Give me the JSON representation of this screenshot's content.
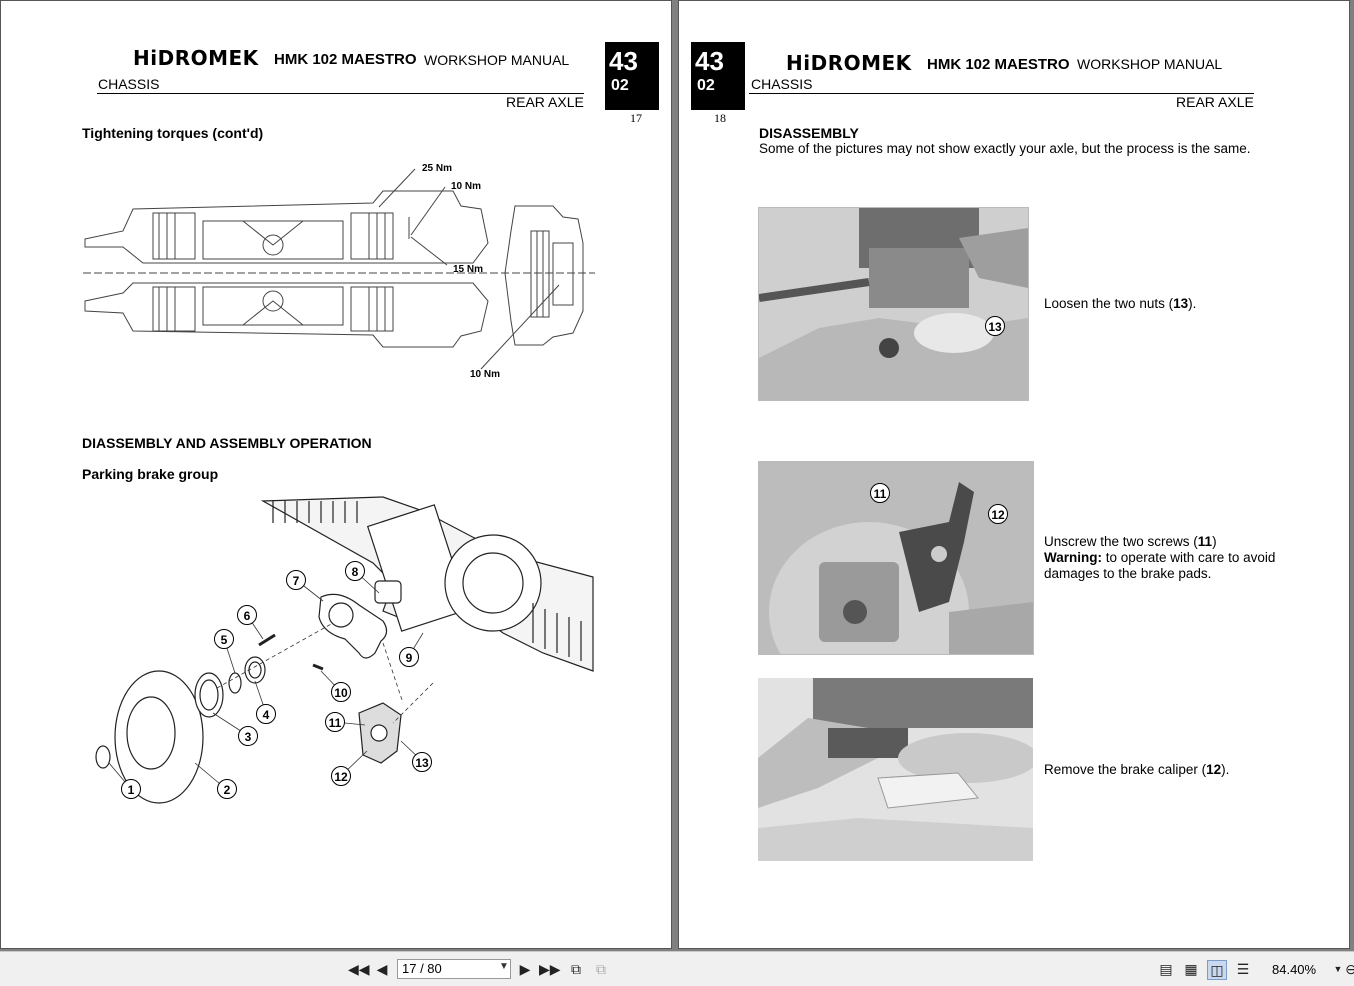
{
  "document": {
    "brand": "HiDROMEK",
    "model": "HMK 102 MAESTRO",
    "manual": "WORKSHOP MANUAL",
    "chapter": "43",
    "section": "02",
    "section_title": "CHASSIS",
    "subsection_title": "REAR AXLE"
  },
  "left_page": {
    "page_number": "17",
    "heading_torques": "Tightening torques (cont'd)",
    "torque_labels": [
      "25 Nm",
      "10 Nm",
      "15 Nm",
      "10 Nm"
    ],
    "heading_operation": "DIASSEMBLY AND ASSEMBLY OPERATION",
    "heading_group": "Parking brake group",
    "callouts": [
      "1",
      "2",
      "3",
      "4",
      "5",
      "6",
      "7",
      "8",
      "9",
      "10",
      "11",
      "12",
      "13"
    ]
  },
  "right_page": {
    "page_number": "18",
    "heading": "DISASSEMBLY",
    "intro": "Some of the pictures may not show exactly your axle, but the process is the same.",
    "steps": [
      {
        "pre": "Loosen the two nuts (",
        "num": "13",
        "post": ")."
      },
      {
        "pre": "Unscrew the two screws (",
        "num": "11",
        "post": ")",
        "warn_label": "Warning:",
        "warn_text": " to operate with care to avoid damages to the brake pads."
      },
      {
        "pre": "Remove the brake caliper (",
        "num": "12",
        "post": ")."
      }
    ],
    "photo_callouts": [
      "13",
      "11",
      "12"
    ]
  },
  "toolbar": {
    "page_field": "17 / 80",
    "zoom": "84.40%"
  }
}
